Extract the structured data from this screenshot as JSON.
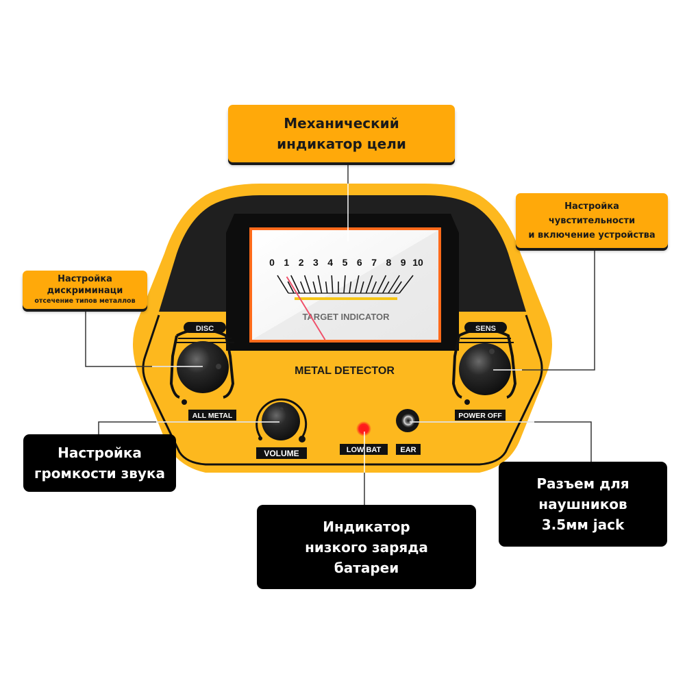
{
  "device": {
    "title": "METAL DETECTOR",
    "meter": {
      "scale_labels": [
        "0",
        "1",
        "2",
        "3",
        "4",
        "5",
        "6",
        "7",
        "8",
        "9",
        "10"
      ],
      "caption": "TARGET INDICATOR",
      "needle_value": 1.2
    },
    "knobs": {
      "disc": {
        "top_label": "DISC",
        "bottom_label": "ALL METAL"
      },
      "sens": {
        "top_label": "SENS",
        "bottom_label": "POWER OFF"
      },
      "volume": {
        "bottom_label": "VOLUME"
      }
    },
    "lowbat_label": "LOW BAT",
    "ear_label": "EAR"
  },
  "callouts": {
    "target_indicator": {
      "lines": [
        "Механический",
        "индикатор цели"
      ]
    },
    "sensitivity": {
      "lines": [
        "Настройка",
        "чувстительности",
        "и включение устройства"
      ]
    },
    "discrimination": {
      "lines": [
        "Настройка",
        "дискриминаци",
        "отсечение типов металлов"
      ]
    },
    "volume": {
      "lines": [
        "Настройка",
        "громкости звука"
      ]
    },
    "headphone_jack": {
      "lines": [
        "Разъем для",
        "наушников",
        "3.5мм jack"
      ]
    },
    "low_battery": {
      "lines": [
        "Индикатор",
        "низкого заряда",
        "батареи"
      ]
    }
  },
  "colors": {
    "body_yellow": "#fdb81e",
    "callout_orange": "#ffa90a",
    "panel_black": "#1c1c1c",
    "led_red": "#ff1a1a",
    "needle_red": "#f0506a",
    "scale_yellow": "#f5c518"
  }
}
